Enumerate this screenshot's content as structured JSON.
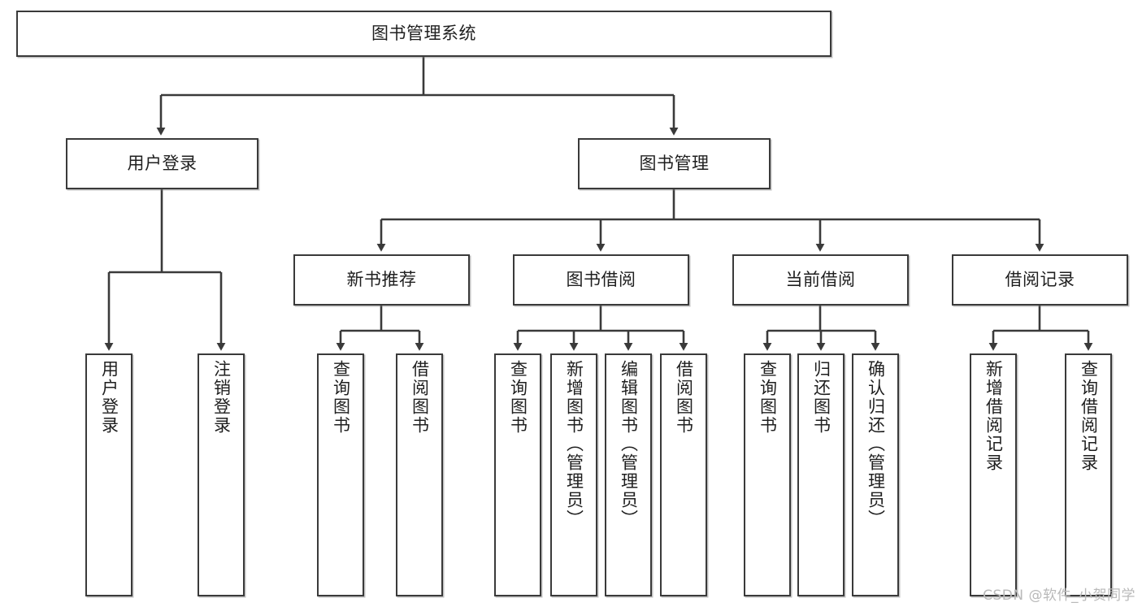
{
  "diagram": {
    "type": "tree-hierarchy",
    "title": "图书管理系统",
    "watermark": "CSDN @软件_小贺同学",
    "colors": {
      "stroke": "#3a3a3a",
      "fill": "#ffffff",
      "text": "#1f1f1f",
      "watermark": "#b9b9b9"
    },
    "nodes": {
      "root": {
        "label": "图书管理系统"
      },
      "level2": [
        {
          "id": "user-login",
          "label": "用户登录"
        },
        {
          "id": "book-manage",
          "label": "图书管理"
        }
      ],
      "level3": [
        {
          "id": "new-book-recommend",
          "label": "新书推荐"
        },
        {
          "id": "book-borrow",
          "label": "图书借阅"
        },
        {
          "id": "current-borrow",
          "label": "当前借阅"
        },
        {
          "id": "borrow-record",
          "label": "借阅记录"
        }
      ],
      "leaves": {
        "user_login": [
          {
            "id": "leaf-user-login",
            "label": "用户登录"
          },
          {
            "id": "leaf-logout-login",
            "label": "注销登录"
          }
        ],
        "new_book_recommend": [
          {
            "id": "leaf-query-book-1",
            "label": "查询图书"
          },
          {
            "id": "leaf-borrow-book-1",
            "label": "借阅图书"
          }
        ],
        "book_borrow": [
          {
            "id": "leaf-query-book-2",
            "label": "查询图书"
          },
          {
            "id": "leaf-add-book",
            "label": "新增图书（管理员）"
          },
          {
            "id": "leaf-edit-book",
            "label": "编辑图书（管理员）"
          },
          {
            "id": "leaf-borrow-book-2",
            "label": "借阅图书"
          }
        ],
        "current_borrow": [
          {
            "id": "leaf-query-book-3",
            "label": "查询图书"
          },
          {
            "id": "leaf-return-book",
            "label": "归还图书"
          },
          {
            "id": "leaf-confirm-return",
            "label": "确认归还（管理员）"
          }
        ],
        "borrow_record": [
          {
            "id": "leaf-add-record",
            "label": "新增借阅记录"
          },
          {
            "id": "leaf-query-record",
            "label": "查询借阅记录"
          }
        ]
      }
    },
    "edges": [
      {
        "from": "图书管理系统",
        "to": "用户登录"
      },
      {
        "from": "图书管理系统",
        "to": "图书管理"
      },
      {
        "from": "用户登录",
        "to": "用户登录"
      },
      {
        "from": "用户登录",
        "to": "注销登录"
      },
      {
        "from": "图书管理",
        "to": "新书推荐"
      },
      {
        "from": "图书管理",
        "to": "图书借阅"
      },
      {
        "from": "图书管理",
        "to": "当前借阅"
      },
      {
        "from": "图书管理",
        "to": "借阅记录"
      },
      {
        "from": "新书推荐",
        "to": "查询图书"
      },
      {
        "from": "新书推荐",
        "to": "借阅图书"
      },
      {
        "from": "图书借阅",
        "to": "查询图书"
      },
      {
        "from": "图书借阅",
        "to": "新增图书（管理员）"
      },
      {
        "from": "图书借阅",
        "to": "编辑图书（管理员）"
      },
      {
        "from": "图书借阅",
        "to": "借阅图书"
      },
      {
        "from": "当前借阅",
        "to": "查询图书"
      },
      {
        "from": "当前借阅",
        "to": "归还图书"
      },
      {
        "from": "当前借阅",
        "to": "确认归还（管理员）"
      },
      {
        "from": "借阅记录",
        "to": "新增借阅记录"
      },
      {
        "from": "借阅记录",
        "to": "查询借阅记录"
      }
    ]
  }
}
